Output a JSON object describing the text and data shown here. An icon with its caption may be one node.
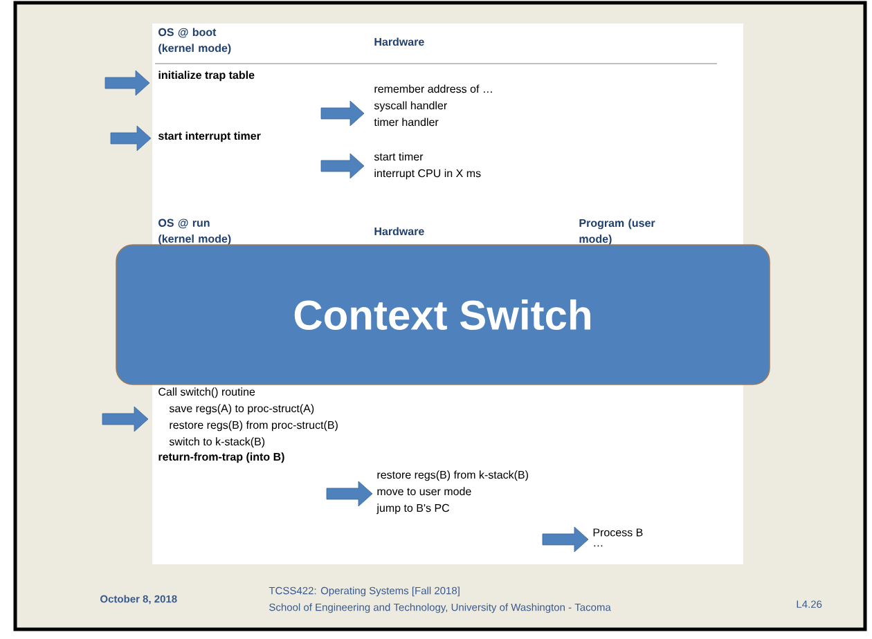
{
  "diagram": {
    "nodes": [
      {
        "text": [
          "Context Switch"
        ]
      }
    ],
    "labels": [
      "OS @ boot (kernel mode)",
      "Hardware",
      "initialize trap table",
      "remember address of …",
      "syscall handler",
      "timer handler",
      "start interrupt timer",
      "start timer",
      "interrupt CPU in X ms",
      "OS @ run (kernel mode)",
      "Hardware",
      "Program (user mode)",
      "Call switch() routine",
      "save regs(A) to proc-struct(A)",
      "restore regs(B) from proc-struct(B)",
      "switch to k-stack(B)",
      "return-from-trap (into B)",
      "restore regs(B) from k-stack(B)",
      "move to user mode",
      "jump to B's PC",
      "Process B",
      "…",
      "October 8, 2018",
      "TCSS422: Operating Systems [Fall 2018]",
      "School of Engineering and Technology, University of Washington - Tacoma",
      "L4.26"
    ]
  }
}
